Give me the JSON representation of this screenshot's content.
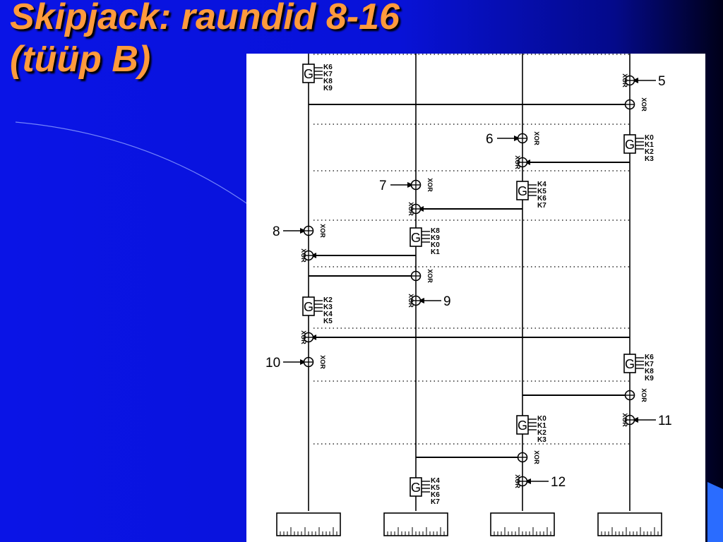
{
  "slide": {
    "title": "Skipjack: raundid 8-16\n(tüüp B)"
  },
  "colors": {
    "title": "#ff9a3c",
    "background": "#0a14e6",
    "panel": "#ffffff"
  },
  "diagram": {
    "g_label": "G",
    "xor_label": "XOR",
    "top_partial_keys": [
      "K6",
      "K7",
      "K8",
      "K9"
    ],
    "g_blocks": [
      {
        "keys": [
          "K0",
          "K1",
          "K2",
          "K3"
        ]
      },
      {
        "keys": [
          "K4",
          "K5",
          "K6",
          "K7"
        ]
      },
      {
        "keys": [
          "K8",
          "K9",
          "K0",
          "K1"
        ]
      },
      {
        "keys": [
          "K2",
          "K3",
          "K4",
          "K5"
        ]
      },
      {
        "keys": [
          "K6",
          "K7",
          "K8",
          "K9"
        ]
      },
      {
        "keys": [
          "K0",
          "K1",
          "K2",
          "K3"
        ]
      },
      {
        "keys": [
          "K4",
          "K5",
          "K6",
          "K7"
        ]
      }
    ],
    "counters": [
      "5",
      "6",
      "7",
      "8",
      "9",
      "10",
      "11",
      "12"
    ]
  }
}
